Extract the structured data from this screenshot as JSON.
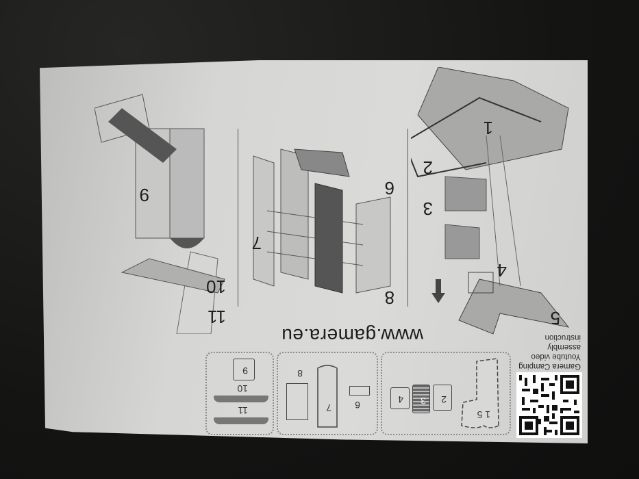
{
  "scene": {
    "description": "Photo of a printed assembly instruction sheet lying upside down on a dark surface",
    "background_color": "#161615",
    "paper_color": "#d4d4d2"
  },
  "sheet": {
    "header_text": [
      "Gamera Camping",
      "Youtube video",
      "assembly",
      "instruction"
    ],
    "website": "www.gamera.eu",
    "qr_code": "qr-code"
  },
  "parts_boxes": [
    {
      "parts": [
        "1 5",
        "2",
        "3",
        "4"
      ]
    },
    {
      "parts": [
        "6",
        "7",
        "8"
      ]
    },
    {
      "parts": [
        "9",
        "10",
        "11"
      ]
    }
  ],
  "steps": [
    {
      "group": "step-a",
      "labels": [
        "1",
        "2",
        "3",
        "4",
        "5"
      ]
    },
    {
      "group": "step-b",
      "labels": [
        "6",
        "7",
        "8"
      ]
    },
    {
      "group": "step-c",
      "labels": [
        "9",
        "10",
        "11"
      ]
    }
  ]
}
